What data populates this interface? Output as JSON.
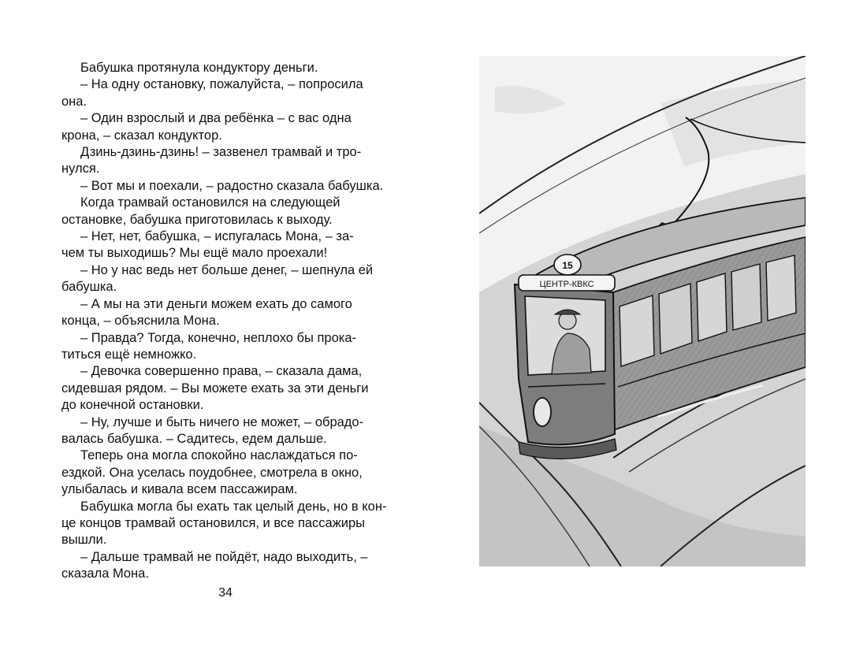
{
  "paragraphs": [
    "Бабушка протянула кондуктору деньги.",
    "– На одну остановку, пожалуйста, – попросила\nона.",
    "– Один взрослый и два ребёнка – с вас одна\nкрона, – сказал кондуктор.",
    "Дзинь-дзинь-дзинь! – зазвенел трамвай и тро-\nнулся.",
    "– Вот мы и поехали, – радостно сказала бабушка.",
    "Когда трамвай остановился на следующей\nостановке, бабушка приготовилась к выходу.",
    "– Нет, нет, бабушка, – испугалась Мона, – за-\nчем ты выходишь? Мы ещё мало проехали!",
    "– Но у нас ведь нет больше денег, – шепнула ей\nбабушка.",
    "– А мы на эти деньги можем ехать до самого\nконца, – объяснила Мона.",
    "– Правда? Тогда, конечно, неплохо бы прока-\nтиться ещё немножко.",
    "– Девочка совершенно права, – сказала дама,\nсидевшая рядом. – Вы можете ехать за эти деньги\nдо конечной остановки.",
    "– Ну, лучше и быть ничего не может, – обрадо-\nвалась бабушка. – Садитесь, едем дальше.",
    "Теперь она могла спокойно наслаждаться по-\nездкой. Она уселась поудобнее, смотрела в окно,\nулыбалась и кивала всем пассажирам.",
    "Бабушка могла бы ехать так целый день, но в кон-\nце концов трамвай остановился, и все пассажиры\nвышли.",
    "– Дальше трамвай не пойдёт, надо выходить, –\nсказала Мона."
  ],
  "page_number": "34",
  "illustration": {
    "route_number": "15",
    "destination_sign": "ЦЕНТР-КВКС",
    "icon": "tram-illustration"
  }
}
